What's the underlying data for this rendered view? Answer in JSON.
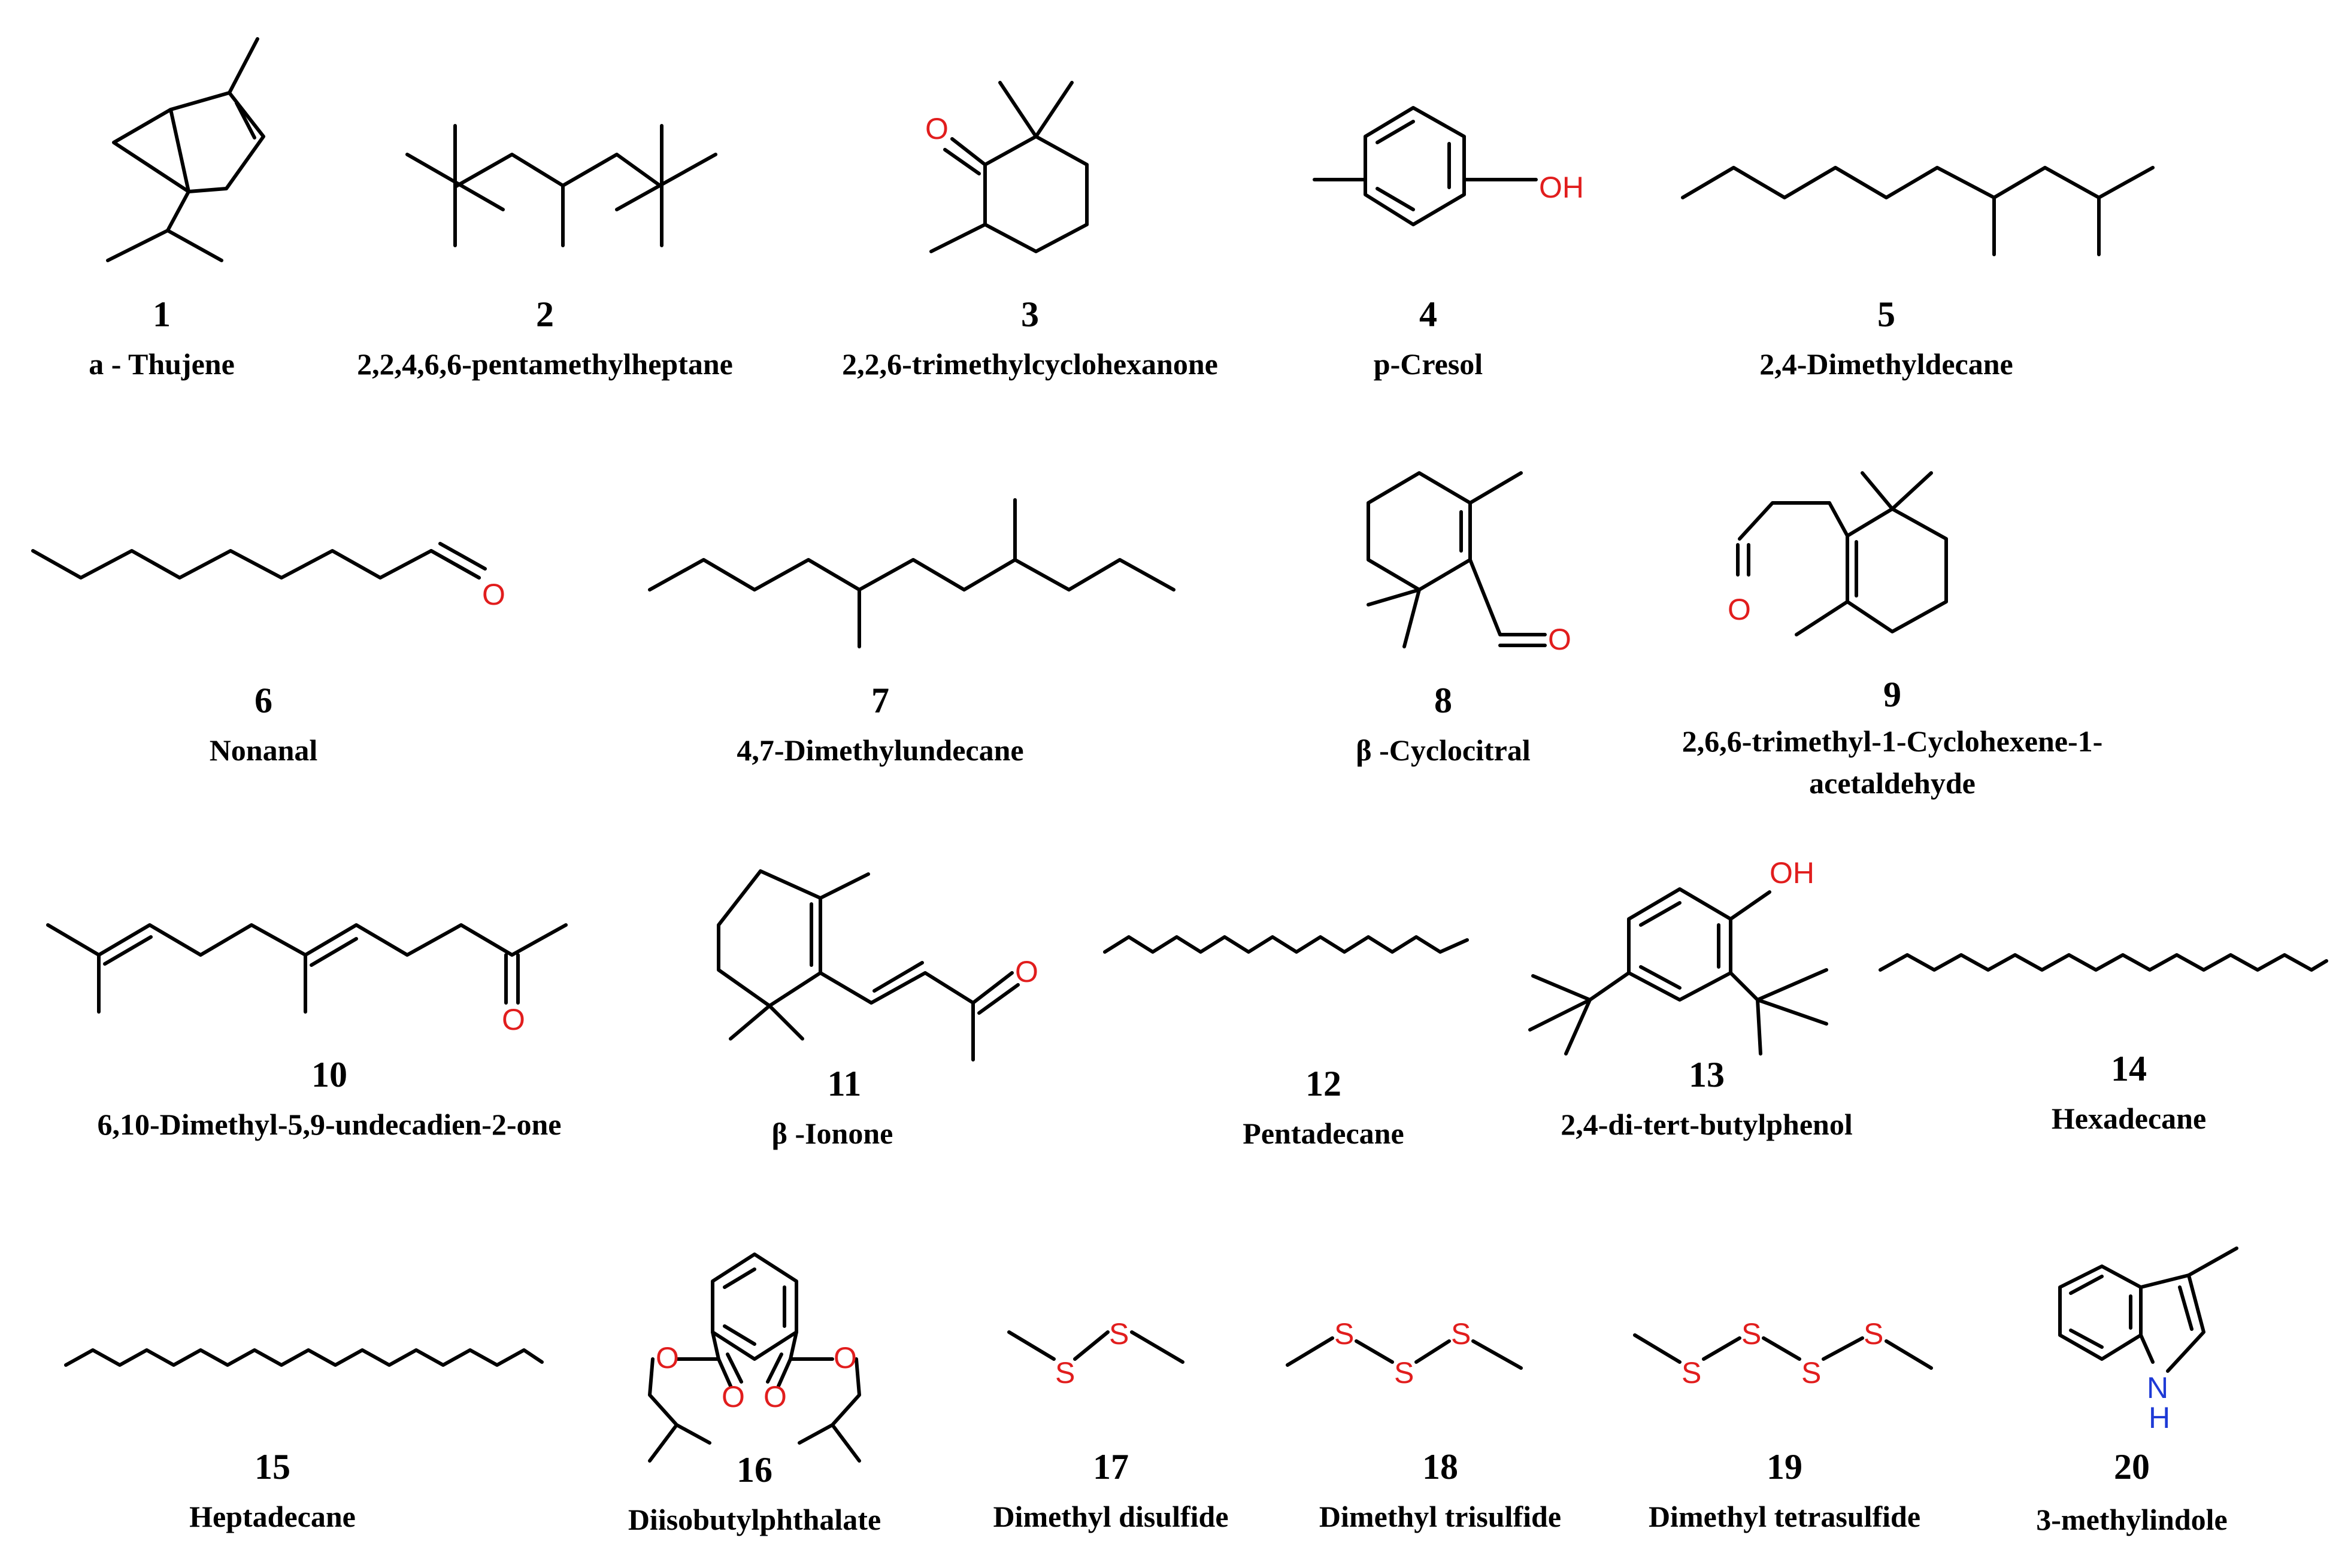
{
  "compounds": [
    {
      "number": "1",
      "name": "a - Thujene"
    },
    {
      "number": "2",
      "name": "2,2,4,6,6-pentamethylheptane"
    },
    {
      "number": "3",
      "name": "2,2,6-trimethylcyclohexanone"
    },
    {
      "number": "4",
      "name": "p-Cresol"
    },
    {
      "number": "5",
      "name": "2,4-Dimethyldecane"
    },
    {
      "number": "6",
      "name": "Nonanal"
    },
    {
      "number": "7",
      "name": "4,7-Dimethylundecane"
    },
    {
      "number": "8",
      "name": "β -Cyclocitral"
    },
    {
      "number": "9",
      "name_line1": "2,6,6-trimethyl-1-Cyclohexene-1-",
      "name_line2": "acetaldehyde"
    },
    {
      "number": "10",
      "name": "6,10-Dimethyl-5,9-undecadien-2-one"
    },
    {
      "number": "11",
      "name": "β -Ionone"
    },
    {
      "number": "12",
      "name": "Pentadecane"
    },
    {
      "number": "13",
      "name": "2,4-di-tert-butylphenol"
    },
    {
      "number": "14",
      "name": "Hexadecane"
    },
    {
      "number": "15",
      "name": "Heptadecane"
    },
    {
      "number": "16",
      "name": "Diisobutylphthalate"
    },
    {
      "number": "17",
      "name": "Dimethyl disulfide"
    },
    {
      "number": "18",
      "name": "Dimethyl trisulfide"
    },
    {
      "number": "19",
      "name": "Dimethyl tetrasulfide"
    },
    {
      "number": "20",
      "name": "3-methylindole"
    }
  ],
  "atoms": {
    "oxygen": "O",
    "hydroxyl": "OH",
    "sulfur": "S",
    "nitrogen": "N",
    "hydrogen": "H"
  },
  "colors": {
    "oxygen": "#e11d1d",
    "sulfur": "#e11d1d",
    "nitrogen": "#1e3ad6",
    "bond": "#000000"
  }
}
